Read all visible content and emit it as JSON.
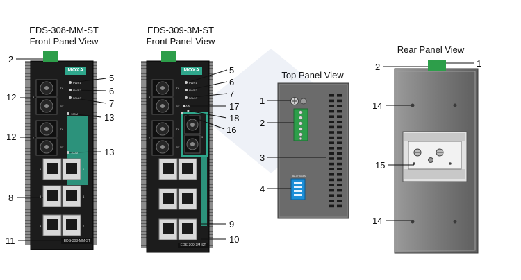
{
  "titles": {
    "mm_line1": "EDS-308-MM-ST",
    "mm_line2": "Front Panel View",
    "m3_line1": "EDS-309-3M-ST",
    "m3_line2": "Front Panel View",
    "top": "Top Panel View",
    "rear": "Rear Panel View"
  },
  "callouts": {
    "mm_2": "2",
    "mm_5": "5",
    "mm_6": "6",
    "mm_7": "7",
    "mm_12a": "12",
    "mm_13a": "13",
    "mm_12b": "12",
    "mm_13b": "13",
    "mm_8": "8",
    "mm_11": "11",
    "m3_5": "5",
    "m3_6": "6",
    "m3_7": "7",
    "m3_17": "17",
    "m3_18": "18",
    "m3_16": "16",
    "m3_9": "9",
    "m3_10": "10",
    "top_1": "1",
    "top_2": "2",
    "top_3": "3",
    "top_4": "4",
    "rear_2": "2",
    "rear_1": "1",
    "rear_14a": "14",
    "rear_15": "15",
    "rear_14b": "14"
  },
  "panel_text": {
    "brand": "MOXA",
    "model_mm": "EDS-308-MM-ST",
    "model_3m": "EDS-309-3M-ST",
    "led_pwr1": "PWR1",
    "led_pwr2": "PWR2",
    "led_fault": "FAULT",
    "tx": "TX",
    "rx": "RX",
    "port8": "8",
    "port7": "7",
    "port9": "9",
    "p5": "5",
    "p6": "6",
    "p3": "3",
    "p4": "4",
    "p1": "1",
    "p2": "2",
    "speed_100m": "100M",
    "dip_label": "RELAY ALARM"
  },
  "colors": {
    "panel": "#1c1c1c",
    "green_strip": "#2fa78c",
    "connector": "#2d9e4a",
    "top_body": "#6b6b6b",
    "rear_body": "#777777",
    "dip": "#1d8fd8"
  }
}
